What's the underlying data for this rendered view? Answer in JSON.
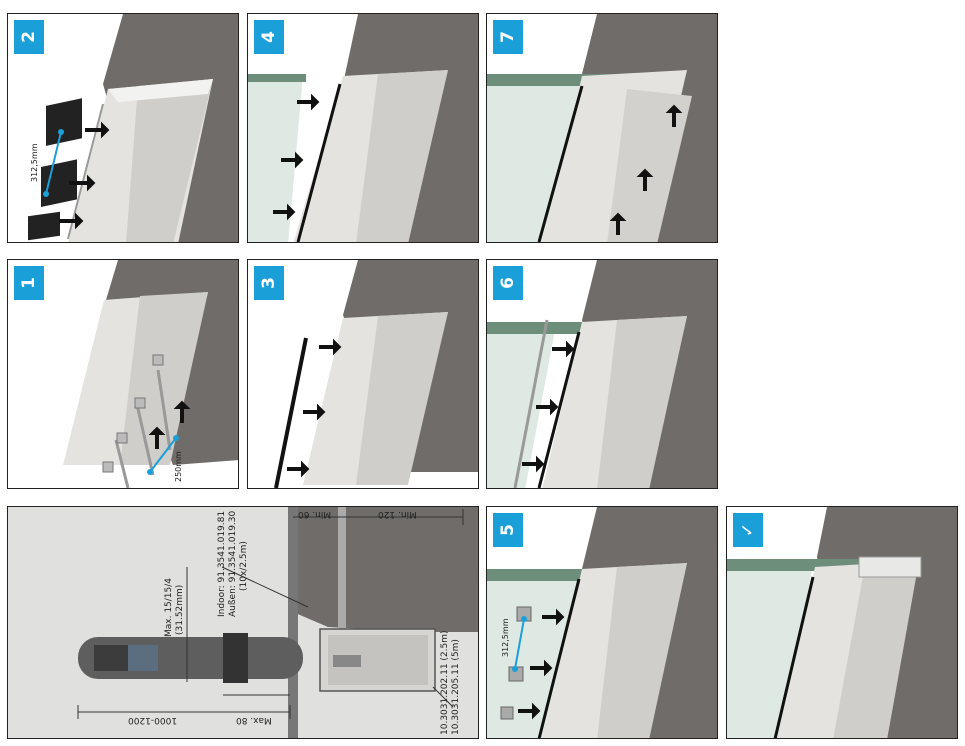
{
  "steps": {
    "s1": "1",
    "s2": "2",
    "s3": "3",
    "s4": "4",
    "s5": "5",
    "s6": "6",
    "s7": "7",
    "done": "✓"
  },
  "panel2": {
    "spacing": "312,5mm"
  },
  "panel1": {
    "spacing": "250mm"
  },
  "panel5": {
    "spacing": "312,5mm"
  },
  "section": {
    "max_thickness_line1": "Max. 15/15/4",
    "max_thickness_line2": "(31.52mm)",
    "indoor": "Indoor: 91.3541.019.81",
    "outdoor": "Außen: 91.3541.019.30",
    "pack": "(10x/2.5m)",
    "min60": "Min. 60",
    "min120": "Min. 120",
    "width": "1000-1200",
    "max80": "Max. 80",
    "profile_2_5": "10.3031.202.11 (2.5m)",
    "profile_5": "10.3031.205.11 (5m)"
  },
  "colors": {
    "badge": "#1a9fd8",
    "concrete": "#6f6c69",
    "aluminium": "#d9d8d5",
    "glass": "#dfe9e4",
    "glass_edge": "#6e8e7c",
    "arrow": "#111111",
    "dimension_blue": "#1a9fd8"
  }
}
